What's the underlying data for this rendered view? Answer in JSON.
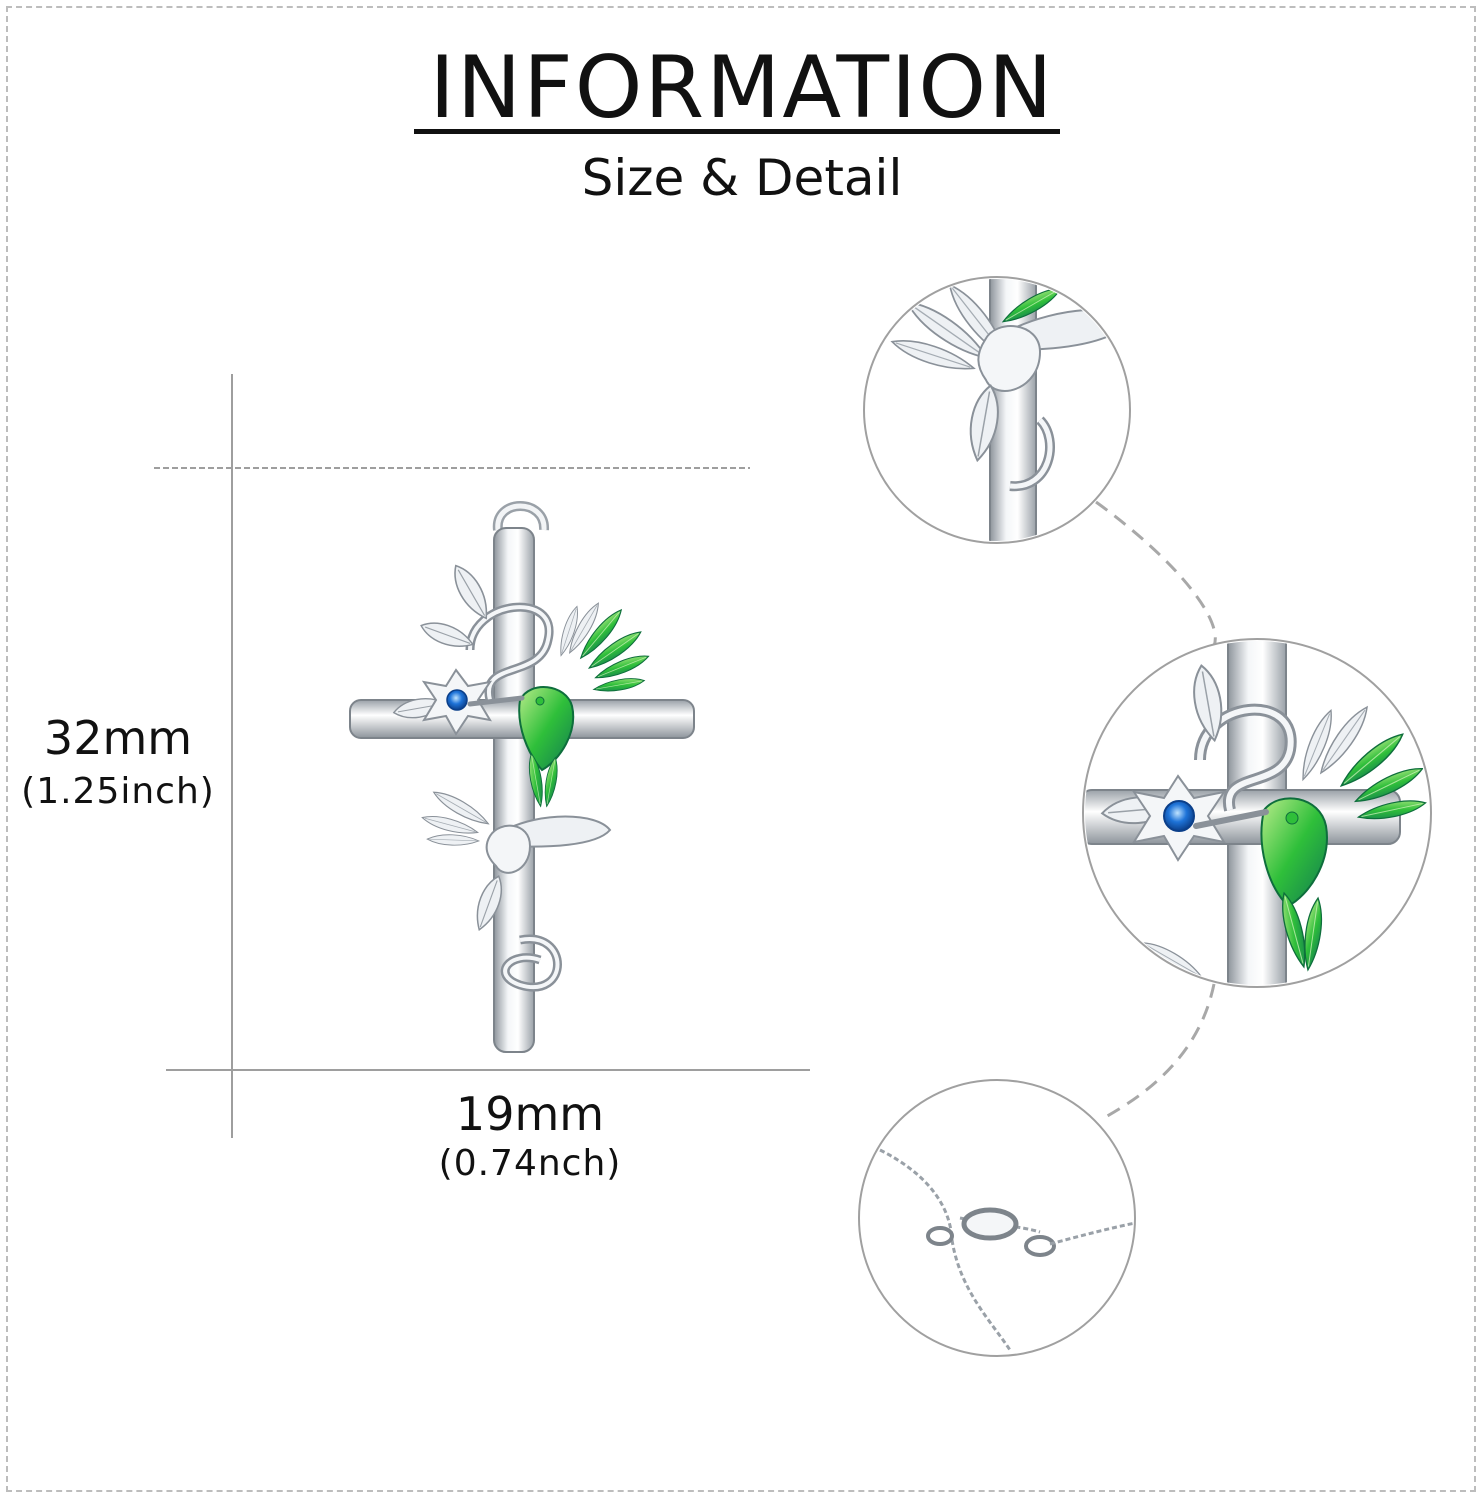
{
  "header": {
    "title": "INFORMATION",
    "subtitle": "Size & Detail"
  },
  "dimensions": {
    "height": {
      "value": "32mm",
      "imperial": "(1.25inch)"
    },
    "width": {
      "value": "19mm",
      "imperial": "(0.74nch)"
    }
  },
  "colors": {
    "text": "#111111",
    "guide_line": "#9e9e9e",
    "silver": "#d9dde2",
    "enamel_green": "#2fbf3a",
    "gem_blue": "#1e73d8",
    "circle_border": "#a0a0a0"
  },
  "images": {
    "pendant": "cross-pendant-hummingbird",
    "detail_top": "hummingbird-top-detail",
    "detail_middle": "flower-gem-hummingbird-detail",
    "detail_bottom": "chain-clasp-detail"
  }
}
